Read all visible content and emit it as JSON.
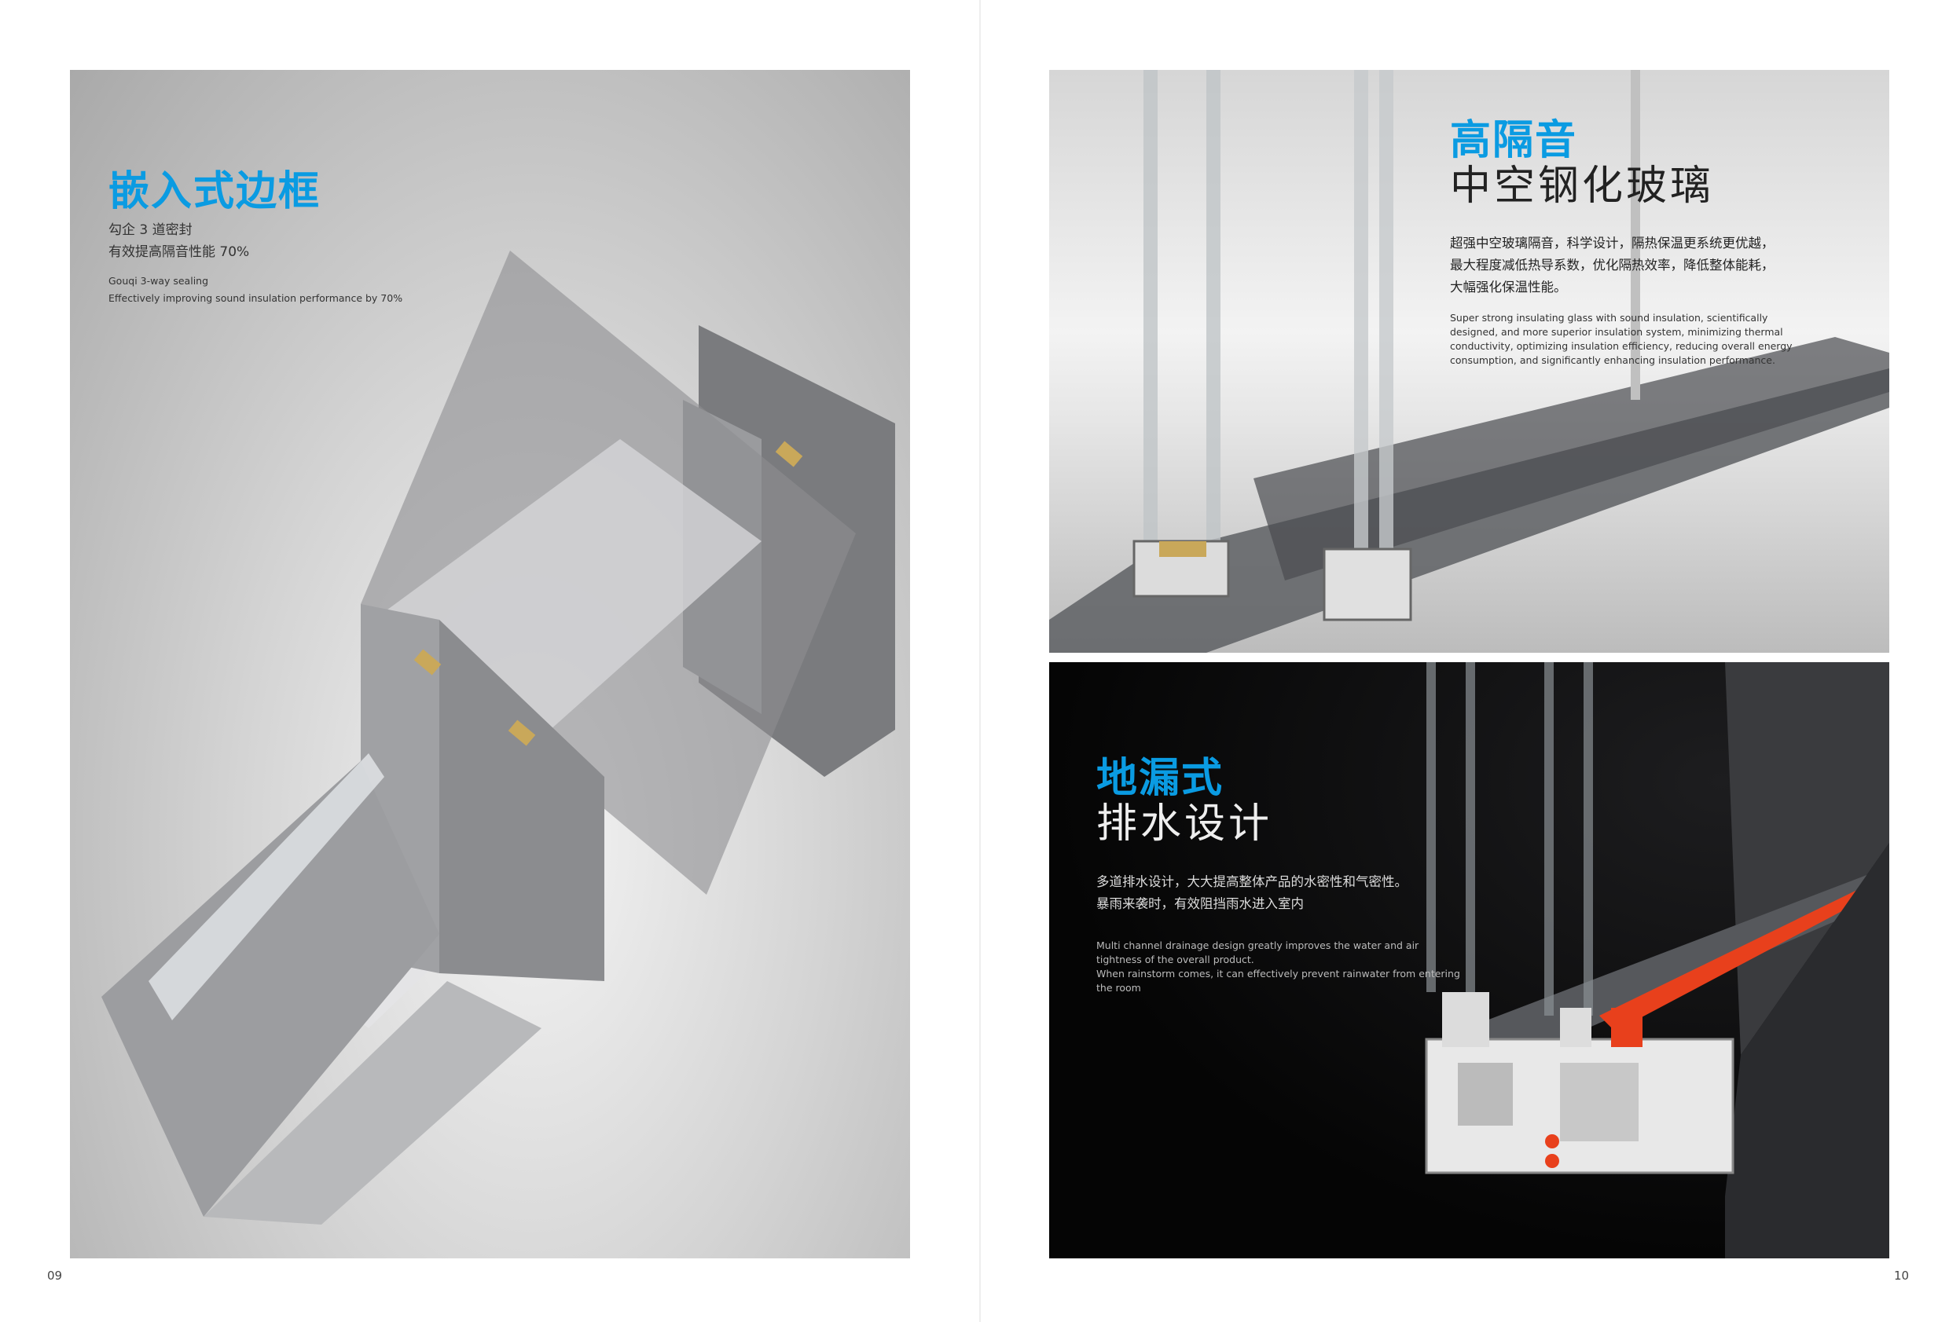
{
  "left_page": {
    "title": "嵌入式边框",
    "cn_lines": [
      "勾企 3 道密封",
      "有效提高隔音性能 70%"
    ],
    "en_lines": [
      "Gouqi 3-way sealing",
      "Effectively improving sound insulation performance by 70%"
    ],
    "page_number": "09"
  },
  "right_top": {
    "title": "高隔音",
    "subtitle": "中空钢化玻璃",
    "cn_lines": [
      "超强中空玻璃隔音，科学设计，隔热保温更系统更优越，",
      "最大程度减低热导系数，优化隔热效率，降低整体能耗，",
      "大幅强化保温性能。"
    ],
    "en_lines": [
      "Super strong insulating glass with sound insulation, scientifically",
      "designed, and more superior insulation system, minimizing thermal",
      "conductivity, optimizing insulation efficiency, reducing overall energy",
      "consumption, and significantly enhancing insulation performance."
    ]
  },
  "right_bottom": {
    "title": "地漏式",
    "subtitle": "排水设计",
    "cn_lines": [
      "多道排水设计，大大提高整体产品的水密性和气密性。",
      "暴雨来袭时，有效阻挡雨水进入室内"
    ],
    "en_lines": [
      "Multi channel drainage design greatly improves the water and air",
      "tightness of the overall product.",
      "When rainstorm comes, it can effectively prevent rainwater from entering",
      "the room"
    ],
    "page_number": "10"
  },
  "colors": {
    "accent": "#0a9be2",
    "seal": "#e8401c"
  }
}
